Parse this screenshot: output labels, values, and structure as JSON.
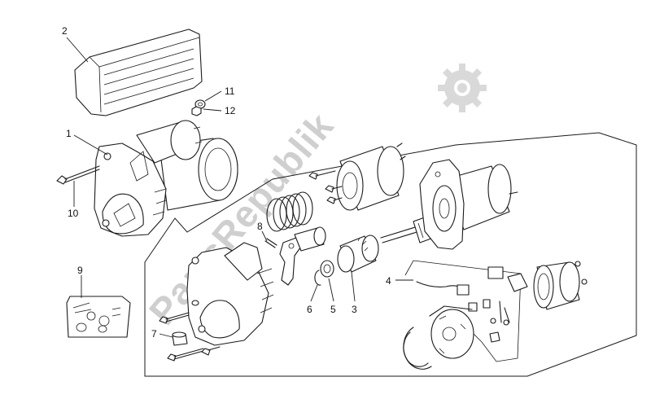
{
  "callouts": {
    "c1": "1",
    "c2": "2",
    "c3": "3",
    "c4": "4",
    "c5": "5",
    "c6": "6",
    "c7": "7",
    "c8": "8",
    "c9": "9",
    "c10": "10",
    "c11": "11",
    "c12": "12"
  },
  "watermark": {
    "text": "PartsRepublik",
    "icon": "gear-icon",
    "color": "#cfcfcf"
  },
  "colors": {
    "line": "#1a1a1a",
    "background": "#ffffff"
  }
}
